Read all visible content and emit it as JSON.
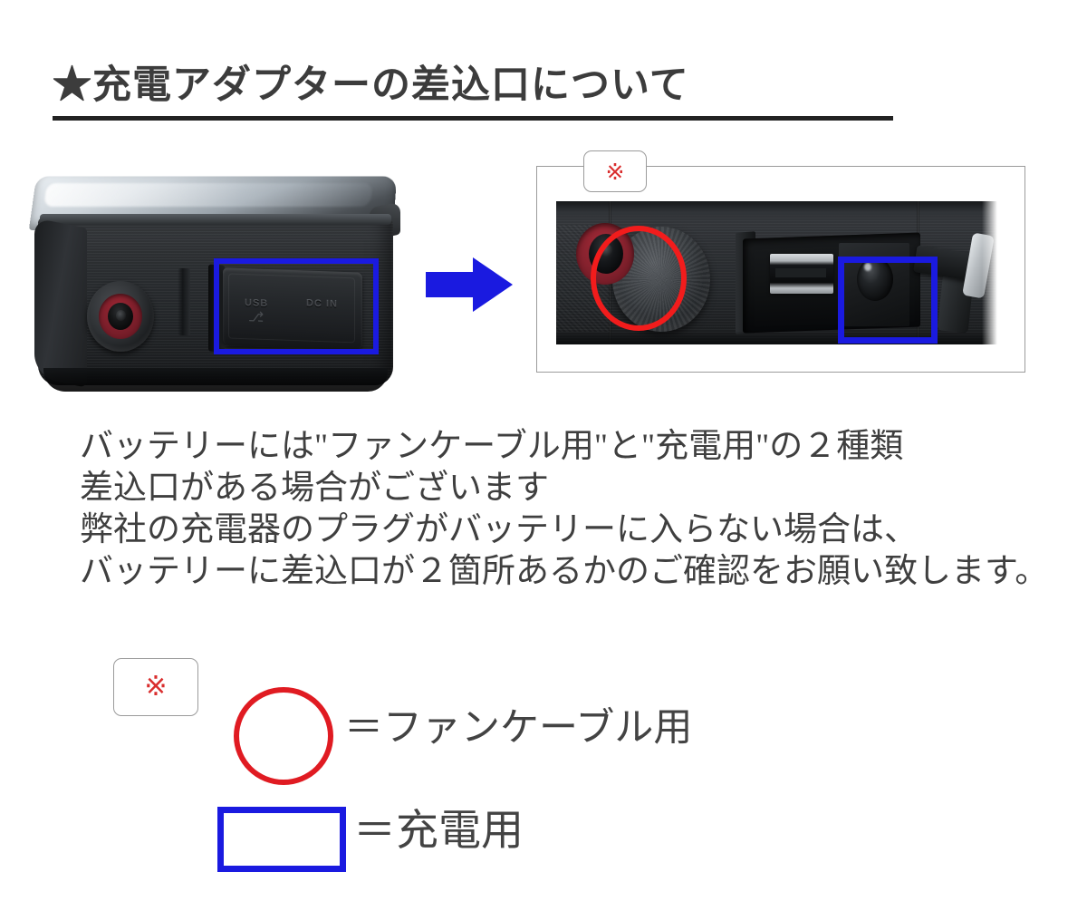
{
  "page": {
    "background_color": "#ffffff",
    "text_color": "#3f3f3f"
  },
  "title": {
    "text": "★充電アダプターの差込口について",
    "rule_color": "#222222"
  },
  "photos": {
    "left": {
      "caption_alt": "バッテリー本体の側面写真",
      "embossed_labels": {
        "usb": "USB",
        "dc_in": "DC IN",
        "usb_glyph": "⎇"
      },
      "blue_rect_color": "#1a1ae0",
      "port_red_color": "#87222e"
    },
    "arrow": {
      "icon": "right-arrow-icon",
      "color": "#1a1ae0"
    },
    "right": {
      "caption_alt": "差込口の拡大写真",
      "frame_color": "#9b9b9b",
      "red_circle_color": "#f21c1c",
      "blue_rect_color": "#1a1ae0"
    }
  },
  "note_badge": {
    "symbol": "※",
    "color": "#d92d2d",
    "border_color": "#9b9b9b"
  },
  "body": {
    "lines": [
      "バッテリーには\"ファンケーブル用\"と\"充電用\"の２種類",
      "差込口がある場合がございます",
      "弊社の充電器のプラグがバッテリーに入らない場合は、",
      "バッテリーに差込口が２箇所あるかのご確認をお願い致します。"
    ]
  },
  "legend": {
    "items": [
      {
        "shape": "circle",
        "shape_color": "#e01b22",
        "label": "＝ファンケーブル用"
      },
      {
        "shape": "rectangle",
        "shape_color": "#1a1ae0",
        "label": "＝充電用"
      }
    ]
  }
}
